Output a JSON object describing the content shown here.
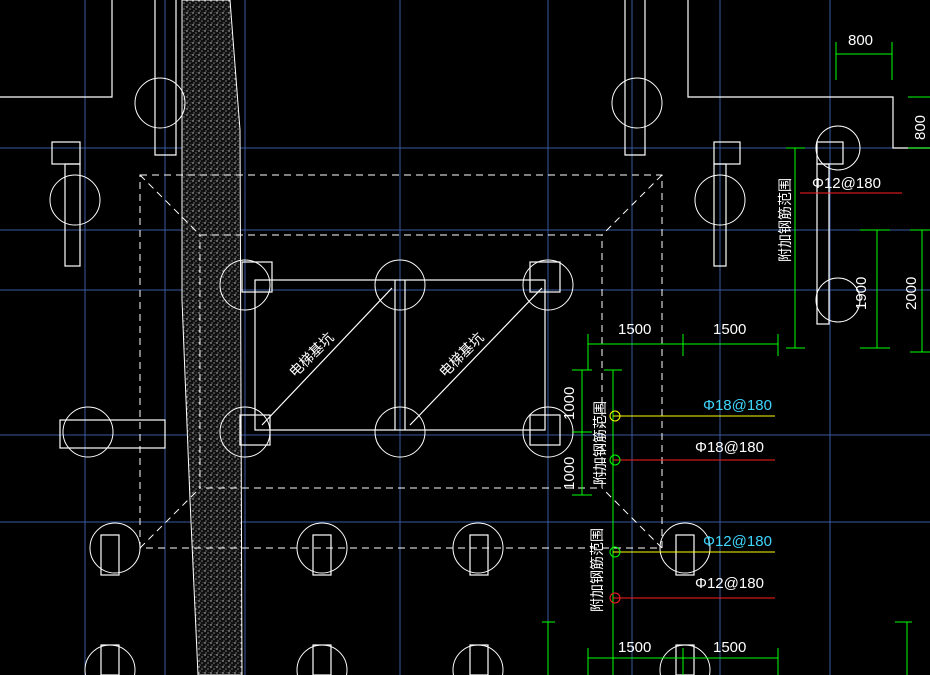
{
  "colors": {
    "background": "#000000",
    "axis": "#3a5aa0",
    "wall": "#ffffff",
    "dimension": "#00ff00",
    "rebar_yellow": "#ffff00",
    "rebar_red": "#ff2020",
    "text_cyan": "#3fd6ff"
  },
  "labels": {
    "pit_left": "电梯基坑",
    "pit_right": "电梯基坑",
    "add_rebar_top": "附加钢筋范围",
    "add_rebar_mid": "附加钢筋范围",
    "add_rebar_low": "附加钢筋范围"
  },
  "dimensions": {
    "top_800_h": "800",
    "top_800_v": "800",
    "right_1900": "1900",
    "right_2000": "2000",
    "mid_1500_a": "1500",
    "mid_1500_b": "1500",
    "mid_1000_a": "1000",
    "mid_1000_b": "1000",
    "bot_1500_a": "1500",
    "bot_1500_b": "1500"
  },
  "rebar": {
    "top_right": "Φ12@180",
    "mid_cyan": "Φ18@180",
    "mid_white": "Φ18@180",
    "low_cyan": "Φ12@180",
    "low_white": "Φ12@180"
  }
}
